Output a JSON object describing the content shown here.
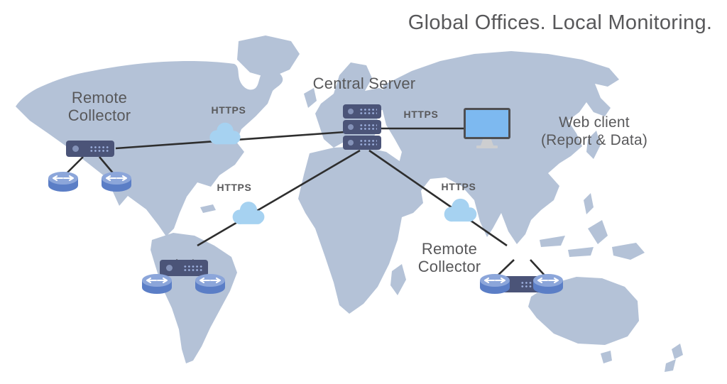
{
  "title": "Global Offices. Local Monitoring.",
  "labels": {
    "central_server": "Central Server",
    "remote_west_line1": "Remote",
    "remote_west_line2": "Collector",
    "remote_east_line1": "Remote",
    "remote_east_line2": "Collector",
    "web_client_line1": "Web client",
    "web_client_line2": "(Report & Data)",
    "https_west": "HTTPS",
    "https_client": "HTTPS",
    "https_south": "HTTPS",
    "https_east": "HTTPS"
  },
  "icons": {
    "central_server": "server-stack-icon",
    "collector": "server-icon",
    "router": "router-icon",
    "link_cloud": "cloud-icon",
    "web_client": "monitor-icon"
  },
  "colors": {
    "background": "#ffffff",
    "map_land": "#b4c2d7",
    "connection_line": "#2e2e2e",
    "cloud_fill": "#a6d2f1",
    "server_body": "#4b5478",
    "server_accent": "#8492b8",
    "server_vent": "#9db0de",
    "router_body": "#5b7ec6",
    "router_top": "#8ca6da",
    "monitor_frame": "#4f4f52",
    "monitor_screen": "#7db9f0",
    "monitor_stand": "#cdced0",
    "label_text": "#58585a"
  }
}
